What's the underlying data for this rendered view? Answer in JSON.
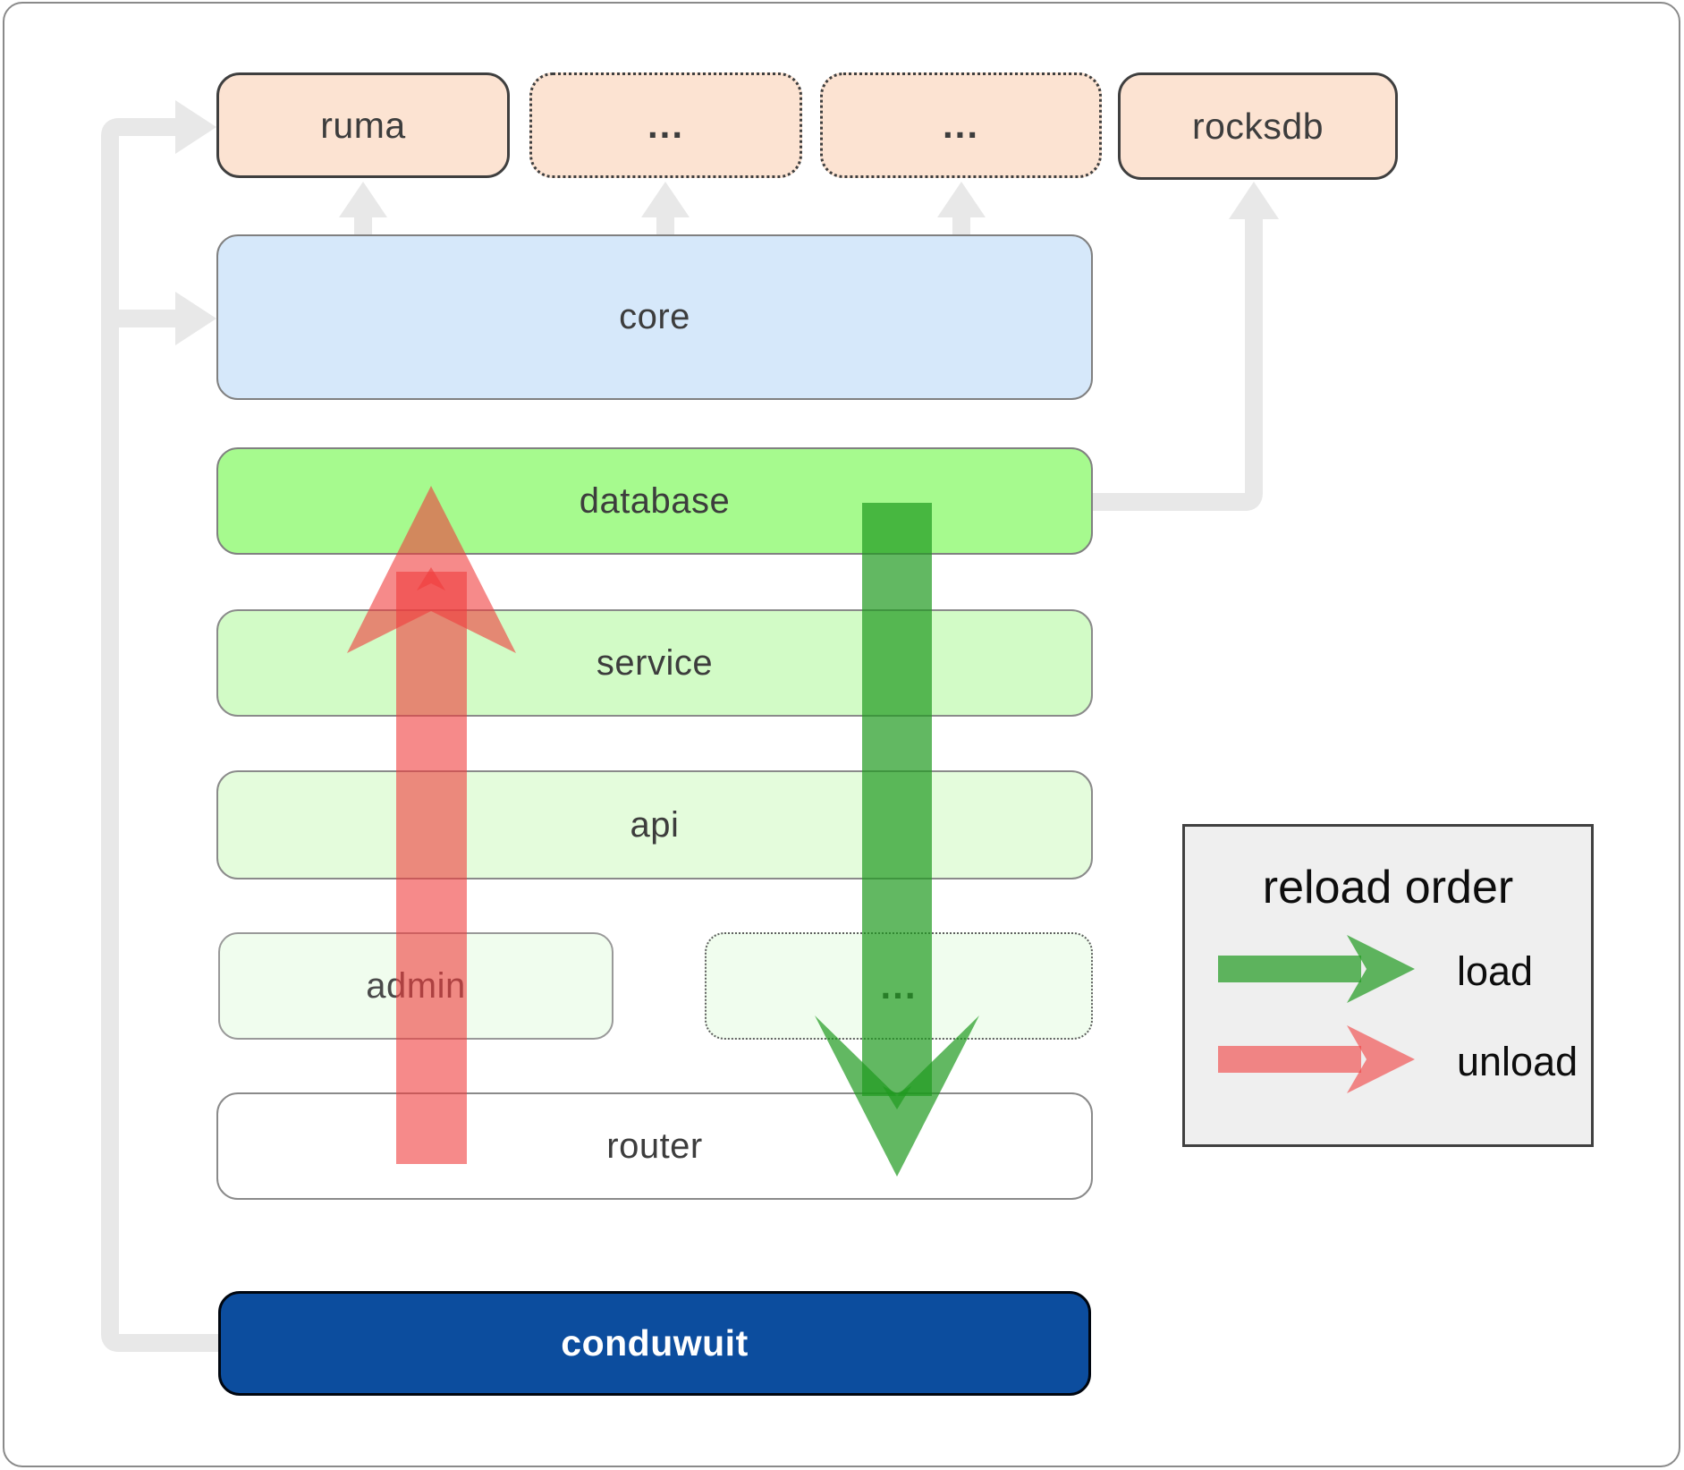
{
  "nodes": {
    "ruma": {
      "label": "ruma"
    },
    "ellipsis_top_1": {
      "label": "..."
    },
    "ellipsis_top_2": {
      "label": "..."
    },
    "rocksdb": {
      "label": "rocksdb"
    },
    "core": {
      "label": "core"
    },
    "database": {
      "label": "database"
    },
    "service": {
      "label": "service"
    },
    "api": {
      "label": "api"
    },
    "admin": {
      "label": "admin"
    },
    "ellipsis_admin": {
      "label": "..."
    },
    "router": {
      "label": "router"
    },
    "conduwuit": {
      "label": "conduwuit"
    }
  },
  "legend": {
    "title": "reload order",
    "items": [
      {
        "label": "load",
        "color": "#1f9a1f"
      },
      {
        "label": "unload",
        "color": "#f03c3c"
      }
    ]
  },
  "colors": {
    "connector": "#e8e8e8",
    "load_arrow": "#1f9a1f",
    "unload_arrow": "#f03c3c",
    "node_peach": "#fce3d2",
    "node_core": "#d6e8fa",
    "node_database": "#a6fa8e",
    "node_service": "#d2fbc6",
    "node_api": "#e4fcdc",
    "node_admin_row": "#f0fdee",
    "node_router": "#ffffff",
    "node_conduwuit": "#0c4d9e",
    "frame_border": "#8a8a8a"
  }
}
